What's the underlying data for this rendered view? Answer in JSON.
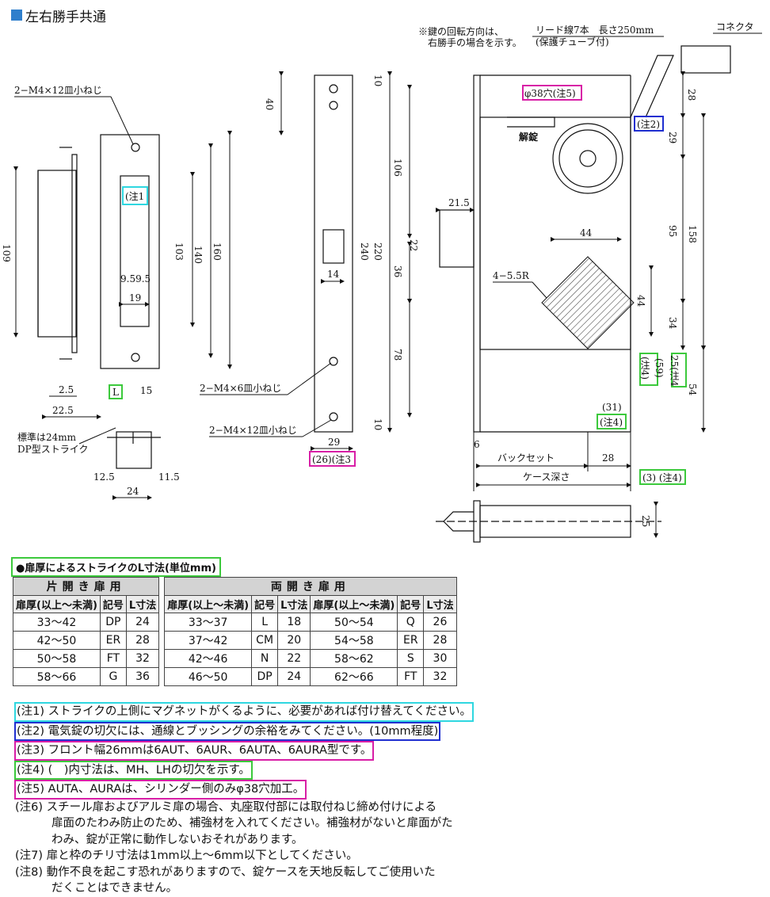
{
  "title": "左右勝手共通",
  "colors": {
    "title_square": "#2f7fcc",
    "cyan": "#2fd7e0",
    "blue": "#1f2fd0",
    "magenta": "#d81ea6",
    "green": "#3cc93c"
  },
  "drawing": {
    "notes_top": [
      "※鍵の回転方向は、",
      "右勝手の場合を示す。"
    ],
    "lead_wire": [
      "リード線7本　長さ250mm",
      "(保護チューブ付)"
    ],
    "connector": "コネクタ",
    "screw_top": "2−M4×12皿小ねじ",
    "screw_mid": "2−M4×6皿小ねじ",
    "screw_bottom": "2−M4×12皿小ねじ",
    "strike_standard": [
      "標準は24mm",
      "DP型ストライク"
    ],
    "note1_tag": "(注1",
    "note2_tag": "(注2)",
    "note3_tag": "(26)(注3",
    "note4_tags": [
      "(注4)",
      "(59)",
      "25(注4"
    ],
    "note4_b": [
      "(31)",
      "(注4)"
    ],
    "note4_c": "(3) (注4)",
    "note5_tag": "φ38穴(注5)",
    "unlock": "解錠",
    "r_label": "4−5.5R",
    "backset": "バックセット",
    "case_depth": "ケース深さ",
    "L_label": "L",
    "dims": {
      "d109": "109",
      "d40": "40",
      "d103": "103",
      "d140": "140",
      "d160": "160",
      "d9595": "9.59.5",
      "d19": "19",
      "d25": "2.5",
      "d15": "15",
      "d225": "22.5",
      "d125": "12.5",
      "d115": "11.5",
      "d24": "24",
      "d14": "14",
      "d29": "29",
      "d240": "240",
      "d220": "220",
      "d10a": "10",
      "d10b": "10",
      "d106": "106",
      "d36": "36",
      "d78": "78",
      "d215": "21.5",
      "d22": "22",
      "d44a": "44",
      "d44b": "44",
      "d28a": "28",
      "d29b": "29",
      "d95": "95",
      "d158": "158",
      "d34": "34",
      "d54": "54",
      "d6": "6",
      "d28b": "28",
      "d25b": "25"
    }
  },
  "table": {
    "heading": "●扉厚によるストライクのL寸法(単位mm)",
    "group_single": "片開き扉用",
    "group_double": "両開き扉用",
    "headers": [
      "扉厚(以上〜未満)",
      "記号",
      "L寸法"
    ],
    "single_rows": [
      [
        "33〜42",
        "DP",
        "24"
      ],
      [
        "42〜50",
        "ER",
        "28"
      ],
      [
        "50〜58",
        "FT",
        "32"
      ],
      [
        "58〜66",
        "G",
        "36"
      ]
    ],
    "double_rows_a": [
      [
        "33〜37",
        "L",
        "18"
      ],
      [
        "37〜42",
        "CM",
        "20"
      ],
      [
        "42〜46",
        "N",
        "22"
      ],
      [
        "46〜50",
        "DP",
        "24"
      ]
    ],
    "double_rows_b": [
      [
        "50〜54",
        "Q",
        "26"
      ],
      [
        "54〜58",
        "ER",
        "28"
      ],
      [
        "58〜62",
        "S",
        "30"
      ],
      [
        "62〜66",
        "FT",
        "32"
      ]
    ]
  },
  "notes": [
    {
      "text": "(注1) ストライクの上側にマグネットがくるように、必要があれば付け替えてください。",
      "color": "#2fd7e0"
    },
    {
      "text": "(注2) 電気錠の切欠には、通線とブッシングの余裕をみてください。(10mm程度)",
      "color": "#1f2fd0"
    },
    {
      "text": "(注3) フロント幅26mmは6AUT、6AUR、6AUTA、6AURA型です。",
      "color": "#d81ea6"
    },
    {
      "text": "(注4) (　)内寸法は、MH、LHの切欠を示す。",
      "color": "#3cc93c"
    },
    {
      "text": "(注5) AUTA、AURAは、シリンダー側のみφ38穴加工。",
      "color": "#d81ea6"
    },
    {
      "text": "(注6) スチール扉およびアルミ扉の場合、丸座取付部には取付ねじ締め付けによる",
      "color": ""
    },
    {
      "text": "扉面のたわみ防止のため、補強材を入れてください。補強材がないと扉面がた",
      "color": "",
      "cont": true
    },
    {
      "text": "わみ、錠が正常に動作しないおそれがあります。",
      "color": "",
      "cont": true
    },
    {
      "text": "(注7) 扉と枠のチリ寸法は1mm以上〜6mm以下としてください。",
      "color": ""
    },
    {
      "text": "(注8) 動作不良を起こす恐れがありますので、錠ケースを天地反転してご使用いた",
      "color": ""
    },
    {
      "text": "だくことはできません。",
      "color": "",
      "cont": true
    }
  ]
}
